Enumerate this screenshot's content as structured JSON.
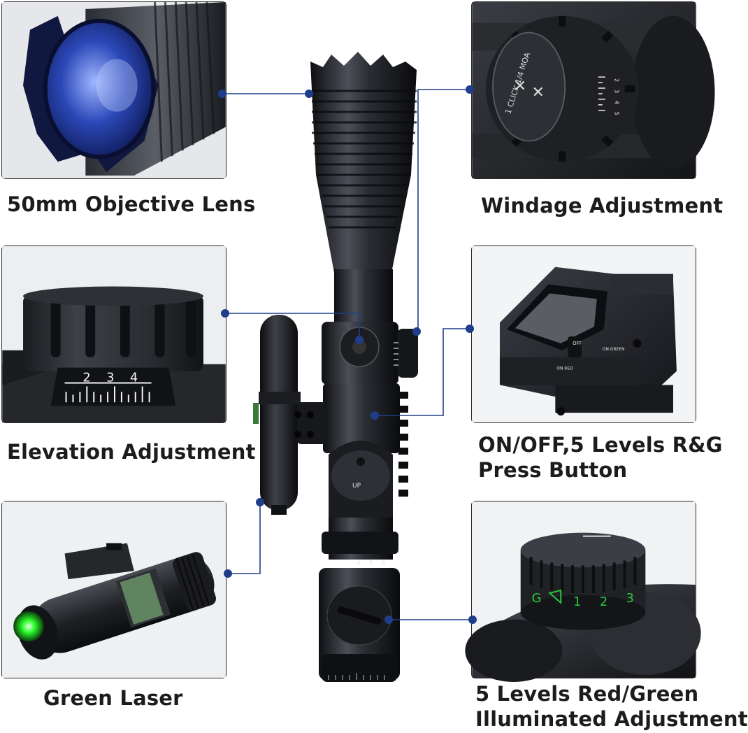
{
  "features": [
    {
      "id": "objective",
      "label": "50mm Objective Lens"
    },
    {
      "id": "windage",
      "label": "Windage Adjustment"
    },
    {
      "id": "elevation",
      "label": "Elevation Adjustment"
    },
    {
      "id": "red-dot",
      "label_line1": "ON/OFF,5 Levels R&G",
      "label_line2": "Press Button"
    },
    {
      "id": "laser",
      "label": "Green Laser"
    },
    {
      "id": "illumination",
      "label_line1": "5 Levels Red/Green",
      "label_line2": "Illuminated Adjustment"
    }
  ],
  "dial_marks": {
    "windage_text": "1 CLICK 1/4 MOA",
    "windage_scale": [
      "2",
      "3",
      "4",
      "5"
    ],
    "elevation_scale": [
      "2",
      "3",
      "4"
    ],
    "reddot_off": "OFF",
    "reddot_on_red": "ON RED",
    "reddot_on_green": "ON GREEN",
    "illum_scale": [
      "G",
      "1",
      "2",
      "3"
    ],
    "turret_up": "UP",
    "scope_scale": [
      "4",
      "5",
      "6"
    ]
  },
  "colors": {
    "connector": "#1f3d8a",
    "lens_blue": "#1e3fa0",
    "laser_green": "#2aff2a",
    "illum_green": "#28c83c"
  }
}
